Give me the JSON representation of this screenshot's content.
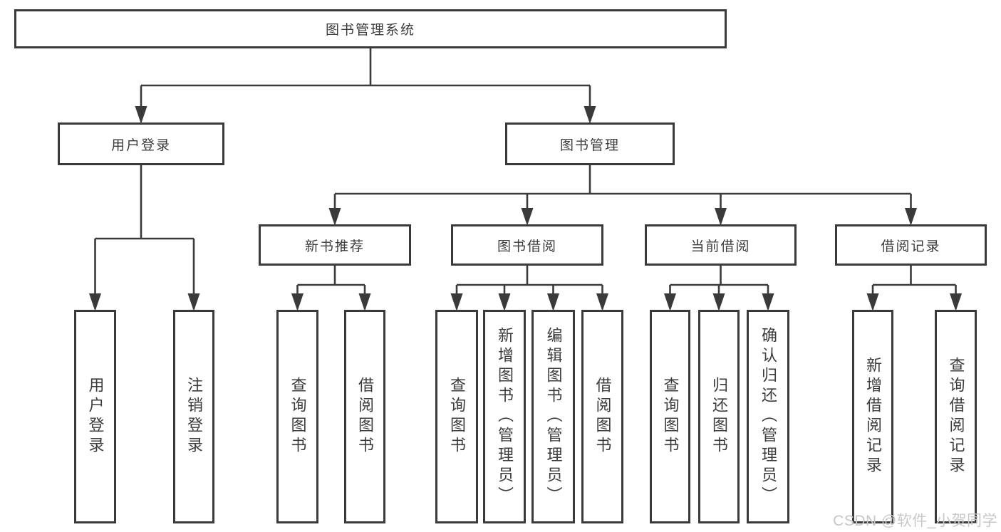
{
  "diagram": {
    "nodes": [
      {
        "id": "root",
        "label": "图书管理系统",
        "parent": null
      },
      {
        "id": "user-login",
        "label": "用户登录",
        "parent": "root"
      },
      {
        "id": "book-management",
        "label": "图书管理",
        "parent": "root"
      },
      {
        "id": "new-book-recommend",
        "label": "新书推荐",
        "parent": "book-management"
      },
      {
        "id": "book-borrow",
        "label": "图书借阅",
        "parent": "book-management"
      },
      {
        "id": "current-borrow",
        "label": "当前借阅",
        "parent": "book-management"
      },
      {
        "id": "borrow-records",
        "label": "借阅记录",
        "parent": "book-management"
      },
      {
        "id": "leaf-user-login",
        "label": "用户登录",
        "parent": "user-login"
      },
      {
        "id": "leaf-logout",
        "label": "注销登录",
        "parent": "user-login"
      },
      {
        "id": "leaf-query-book-1",
        "label": "查询图书",
        "parent": "new-book-recommend"
      },
      {
        "id": "leaf-borrow-book-1",
        "label": "借阅图书",
        "parent": "new-book-recommend"
      },
      {
        "id": "leaf-query-book-2",
        "label": "查询图书",
        "parent": "book-borrow"
      },
      {
        "id": "leaf-add-book",
        "label": "新增图书（管理员）",
        "parent": "book-borrow"
      },
      {
        "id": "leaf-edit-book",
        "label": "编辑图书（管理员）",
        "parent": "book-borrow"
      },
      {
        "id": "leaf-borrow-book-2",
        "label": "借阅图书",
        "parent": "book-borrow"
      },
      {
        "id": "leaf-query-book-3",
        "label": "查询图书",
        "parent": "current-borrow"
      },
      {
        "id": "leaf-return-book",
        "label": "归还图书",
        "parent": "current-borrow"
      },
      {
        "id": "leaf-confirm-return",
        "label": "确认归还（管理员）",
        "parent": "current-borrow"
      },
      {
        "id": "leaf-add-borrow-record",
        "label": "新增借阅记录",
        "parent": "borrow-records"
      },
      {
        "id": "leaf-query-borrow-record",
        "label": "查询借阅记录",
        "parent": "borrow-records"
      }
    ]
  },
  "watermark": {
    "text": "CSDN @软件_小贺同学"
  },
  "colors": {
    "line": "#3a3a3a",
    "text": "#3c3c3c",
    "box_background": "#ffffff",
    "watermark": "#c8c8c8"
  }
}
